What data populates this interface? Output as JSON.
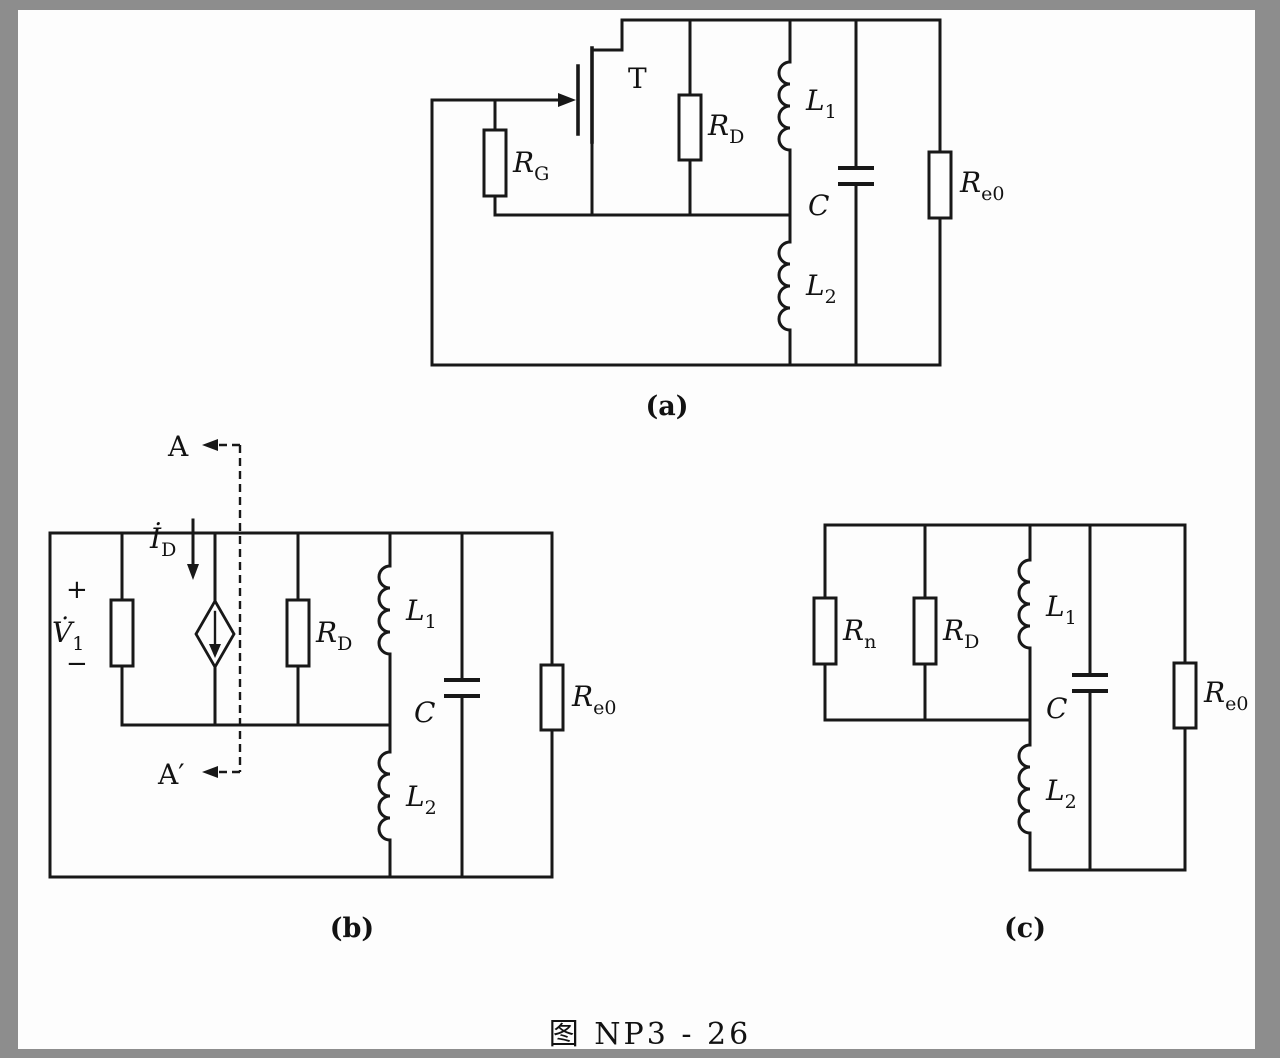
{
  "page": {
    "caption": "图 NP3 - 26"
  },
  "colors": {
    "ink": "#181818",
    "paper": "#fdfdfd",
    "frame": "#8d8d8d"
  },
  "circuit_a": {
    "label": "(a)",
    "transistor": "T",
    "rg": {
      "base": "R",
      "sub": "G"
    },
    "rd": {
      "base": "R",
      "sub": "D"
    },
    "l1": {
      "base": "L",
      "sub": "1"
    },
    "c": "C",
    "l2": {
      "base": "L",
      "sub": "2"
    },
    "re0": {
      "base": "R",
      "sub": "e0"
    }
  },
  "circuit_b": {
    "label": "(b)",
    "node_a": "A",
    "node_a_prime": "A′",
    "current": {
      "base": "İ",
      "sub": "D"
    },
    "source": {
      "plus": "+",
      "base": "V̇",
      "sub": "1",
      "minus": "−"
    },
    "rd": {
      "base": "R",
      "sub": "D"
    },
    "l1": {
      "base": "L",
      "sub": "1"
    },
    "c": "C",
    "l2": {
      "base": "L",
      "sub": "2"
    },
    "re0": {
      "base": "R",
      "sub": "e0"
    }
  },
  "circuit_c": {
    "label": "(c)",
    "rn": {
      "base": "R",
      "sub": "n"
    },
    "rd": {
      "base": "R",
      "sub": "D"
    },
    "l1": {
      "base": "L",
      "sub": "1"
    },
    "c": "C",
    "l2": {
      "base": "L",
      "sub": "2"
    },
    "re0": {
      "base": "R",
      "sub": "e0"
    }
  }
}
